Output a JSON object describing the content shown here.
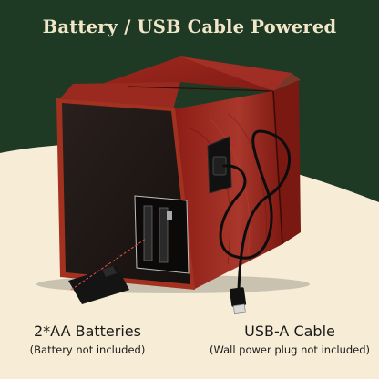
{
  "headline": "Battery / USB Cable Powered",
  "labels": {
    "batteries_title": "2*AA Batteries",
    "batteries_note": "(Battery not included)",
    "cable_title": "USB-A Cable",
    "cable_note": "(Wall power plug not included)"
  },
  "colors": {
    "header_green": "#1e3a24",
    "cream_background": "#f7edd7",
    "headline_text": "#f2e6c9",
    "wood_red": "#8a1a14",
    "back_panel": "#1e1614",
    "callout_red": "#e05050"
  }
}
